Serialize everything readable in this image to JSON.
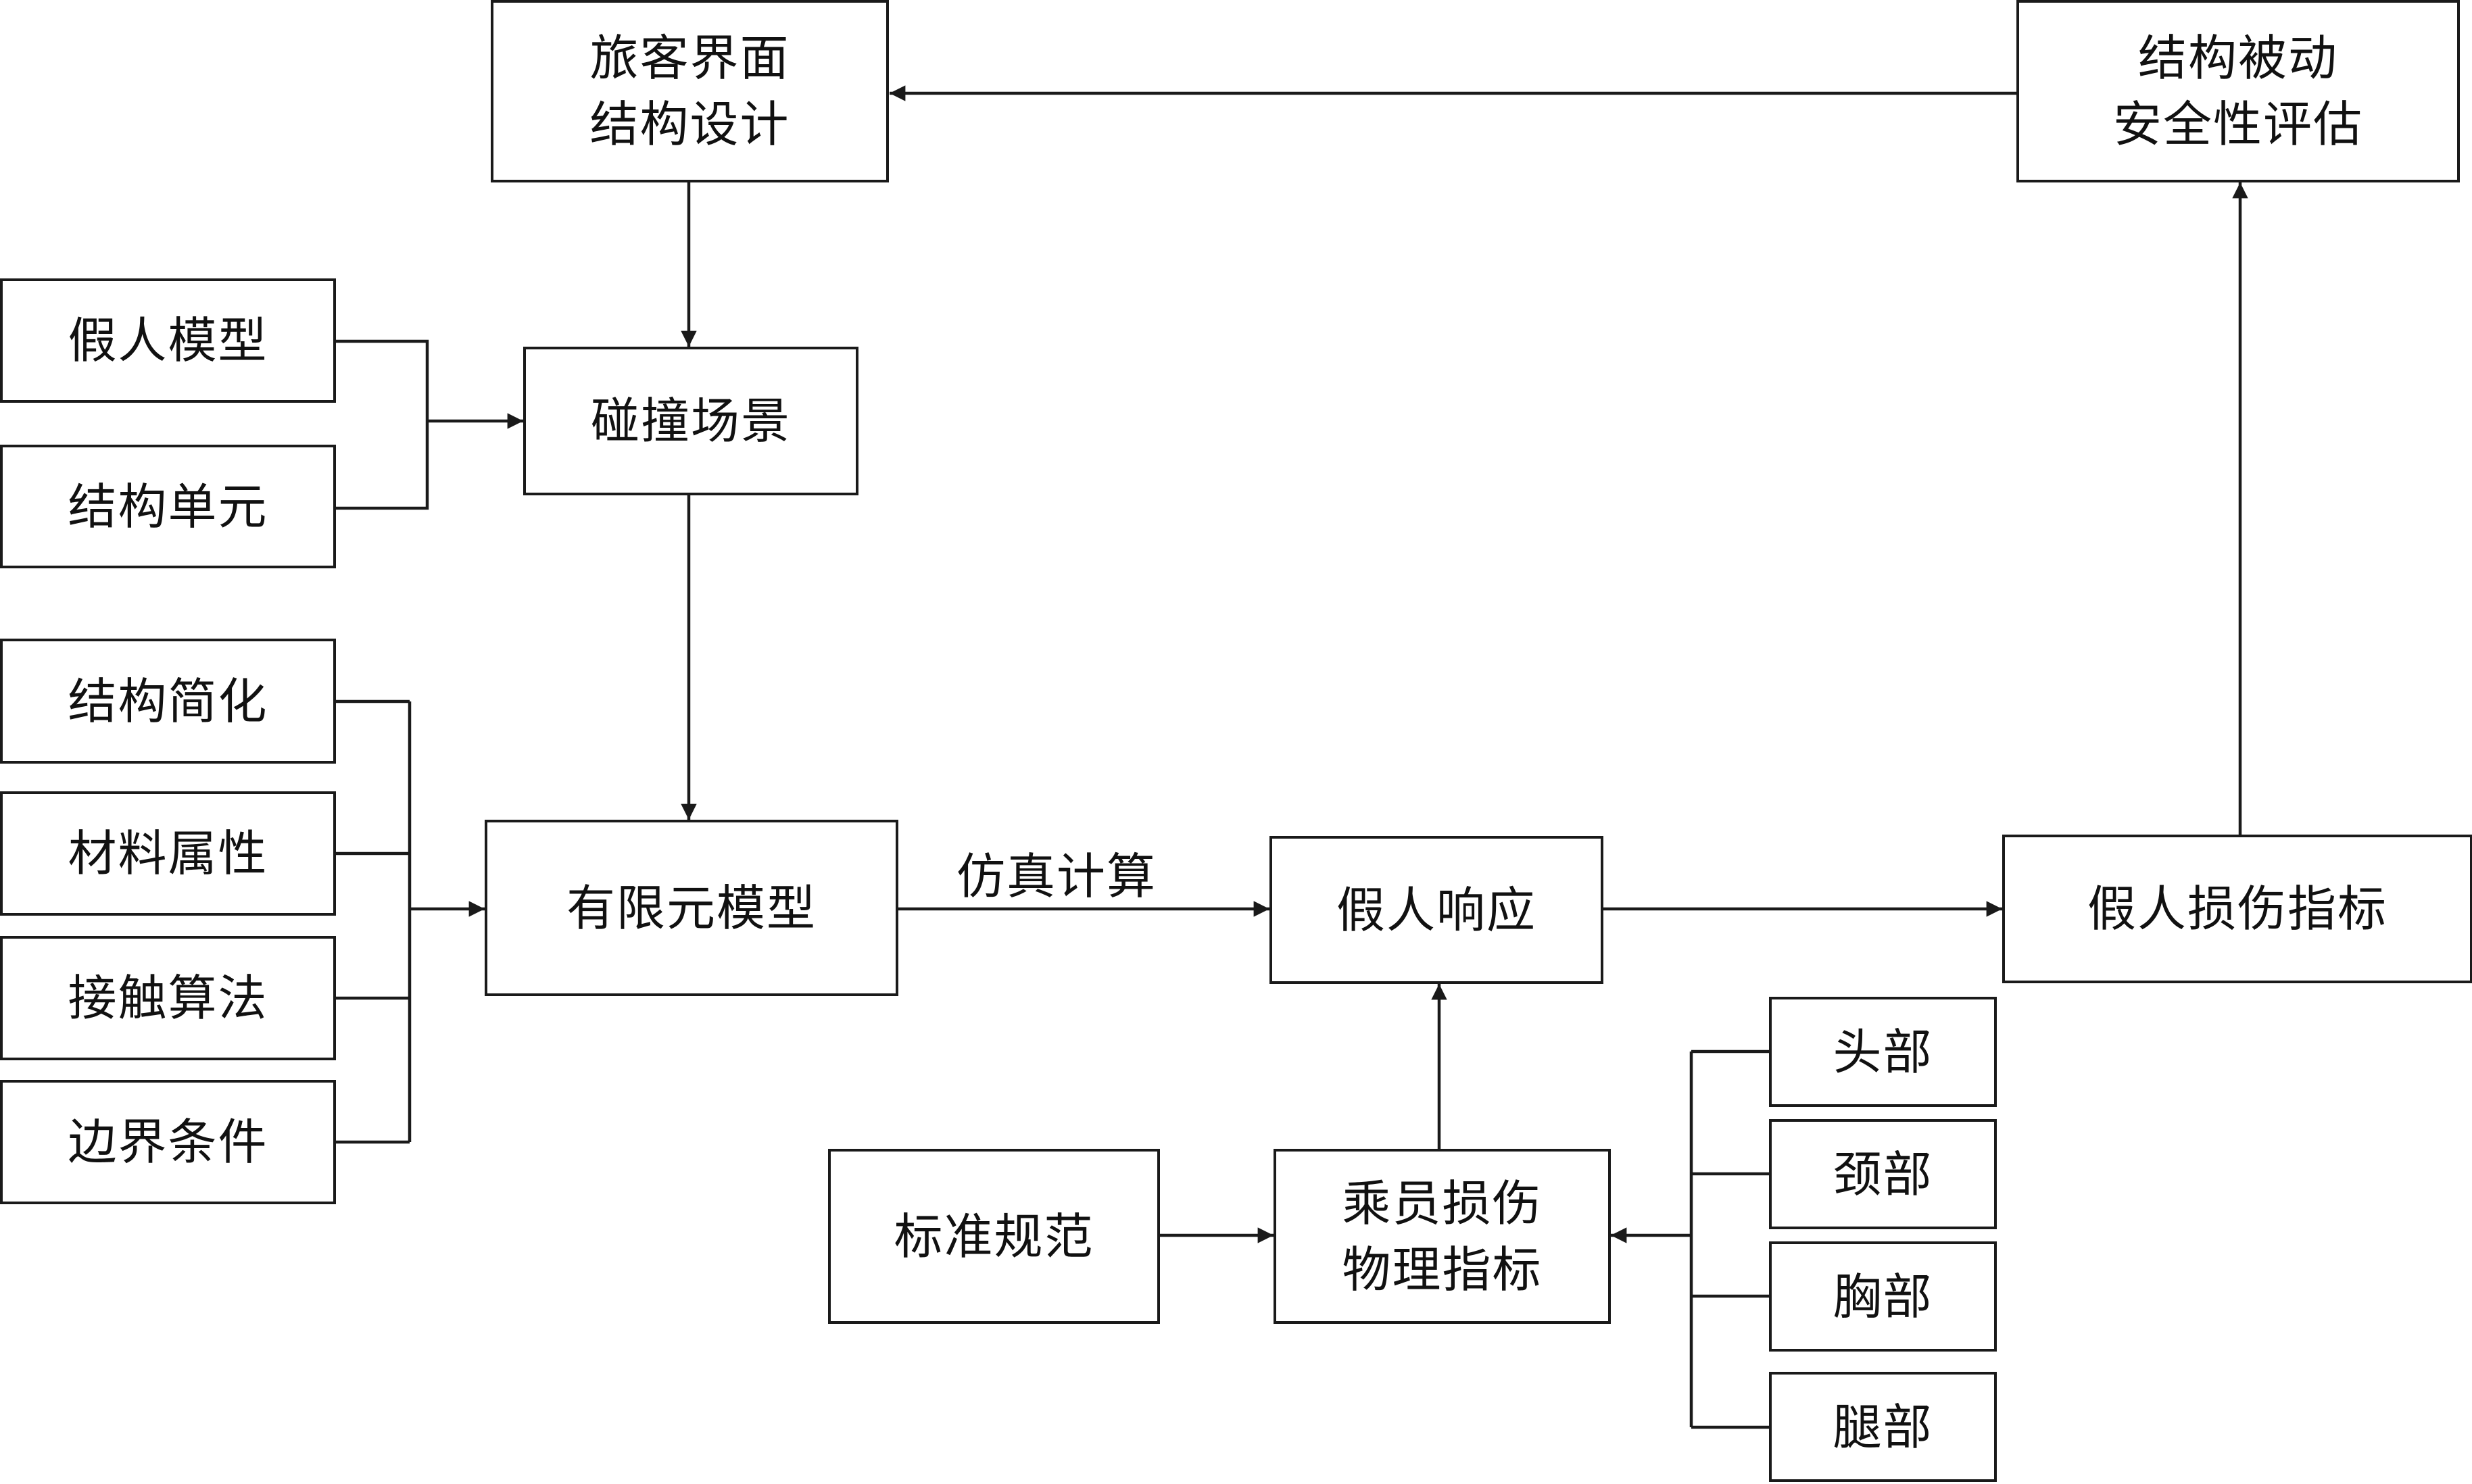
{
  "nodes": {
    "ui_design": "旅客界面\n结构设计",
    "passive_safety": "结构被动\n安全性评估",
    "dummy_model": "假人模型",
    "structure_unit": "结构单元",
    "crash_scene": "碰撞场景",
    "struct_simplify": "结构简化",
    "material_prop": "材料属性",
    "contact_algo": "接触算法",
    "boundary_cond": "边界条件",
    "fe_model": "有限元模型",
    "dummy_response": "假人响应",
    "injury_index": "假人损伤指标",
    "standard": "标准规范",
    "occupant_index": "乘员损伤\n物理指标",
    "head": "头部",
    "neck": "颈部",
    "chest": "胸部",
    "leg": "腿部"
  },
  "edge_labels": {
    "simulation": "仿真计算"
  },
  "style": {
    "line_color": "#1a1a1a"
  }
}
